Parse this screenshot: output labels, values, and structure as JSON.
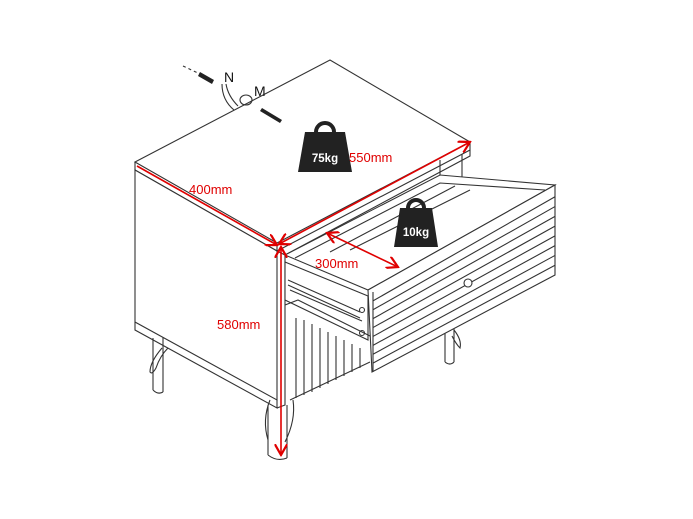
{
  "dimensions": {
    "depth": "400mm",
    "width": "550mm",
    "height": "580mm",
    "drawer_depth": "300mm"
  },
  "load_limits": {
    "top": "75kg",
    "drawer": "10kg"
  },
  "hardware_labels": {
    "bracket": "N",
    "screw": "M"
  },
  "colors": {
    "dimension": "#e00000",
    "weight": "#222222",
    "line": "#333333"
  }
}
